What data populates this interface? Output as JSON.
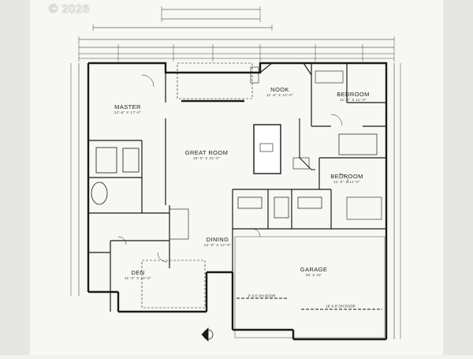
{
  "watermark": {
    "text": "© 2026"
  },
  "rooms": [
    {
      "id": "master",
      "name": "MASTER",
      "size": "13'-6\" X 17'-0\""
    },
    {
      "id": "nook",
      "name": "NOOK",
      "size": "11'-6\" X 10'-0\""
    },
    {
      "id": "bedroom1",
      "name": "BEDROOM",
      "size": "11'-0\" X 11'-0\""
    },
    {
      "id": "great-room",
      "name": "GREAT ROOM",
      "size": "18'-0\" X 21'-0\""
    },
    {
      "id": "bedroom2",
      "name": "BEDROOM",
      "size": "11'-0\" X 11'-0\""
    },
    {
      "id": "dining",
      "name": "DINING",
      "size": "12'-0\" X 12'-0\""
    },
    {
      "id": "garage",
      "name": "GARAGE",
      "size": "28' X 22'"
    },
    {
      "id": "den",
      "name": "DEN",
      "size": "11'-0\" X 10'-0\""
    }
  ],
  "doors": {
    "small": "9' X 8' OH DOOR",
    "large": "16' X 8' OH DOOR"
  },
  "colors": {
    "ink": "#1a1a1a",
    "paper": "#f5f5f2",
    "margin": "#d9d9d6"
  }
}
